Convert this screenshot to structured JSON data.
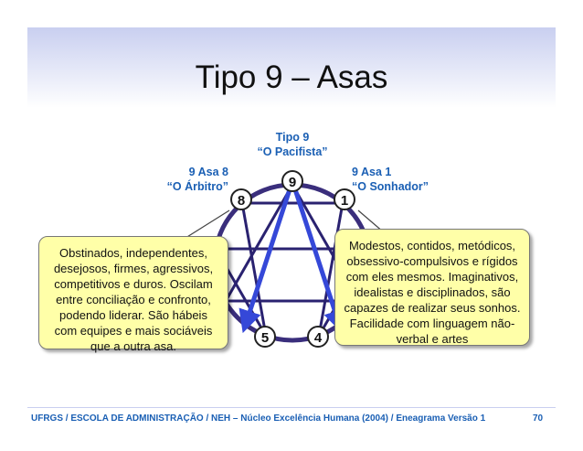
{
  "title": "Tipo 9 – Asas",
  "center_type": {
    "line1": "Tipo 9",
    "line2": "“O Pacifista”"
  },
  "wing_8": {
    "line1": "9 Asa 8",
    "line2": "“O Árbitro”"
  },
  "wing_1": {
    "line1": "9 Asa 1",
    "line2": "“O Sonhador”"
  },
  "nodes": {
    "n9": "9",
    "n8": "8",
    "n1": "1",
    "n5": "5",
    "n4": "4"
  },
  "callout_left": "Obstinados, independentes, desejosos, firmes, agressivos, competitivos e duros. Oscilam entre conciliação e confronto, podendo liderar. São hábeis com equipes e mais sociáveis que a outra asa.",
  "callout_right": "Modestos, contidos, metódicos, obsessivo-compulsivos e rígidos com eles mesmos. Imaginativos, idealistas e disciplinados, são capazes de realizar seus sonhos. Facilidade com linguagem não-verbal e artes",
  "footer": {
    "text": "UFRGS / ESCOLA DE ADMINISTRAÇÃO / NEH – Núcleo Excelência Humana (2004) / Eneagrama Versão 1",
    "page": "70"
  },
  "colors": {
    "circle": "#3a2e7c",
    "lines": "#2a2270",
    "arrow": "#3548d8",
    "callout_bg": "#ffffa8",
    "label": "#1a5fb4"
  }
}
